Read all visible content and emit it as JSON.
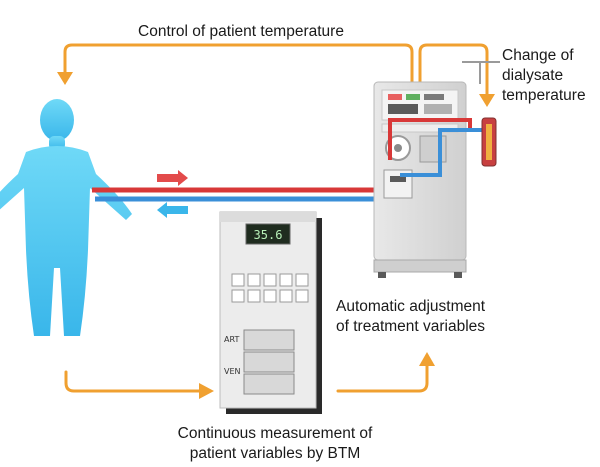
{
  "labels": {
    "control_temp": "Control of patient temperature",
    "change_dialysate_l1": "Change of",
    "change_dialysate_l2": "dialysate",
    "change_dialysate_l3": "temperature",
    "auto_adjust_l1": "Automatic adjustment",
    "auto_adjust_l2": "of treatment variables",
    "continuous_l1": "Continuous measurement of",
    "continuous_l2": "patient variables by BTM"
  },
  "btm_device": {
    "display_value": "35.6",
    "art_label": "ART",
    "ven_label": "VEN"
  },
  "colors": {
    "feedback_arrow": "#f0a030",
    "arterial_line": "#d83838",
    "venous_line": "#3a8fd8",
    "patient_body": "#4cc8f0"
  }
}
